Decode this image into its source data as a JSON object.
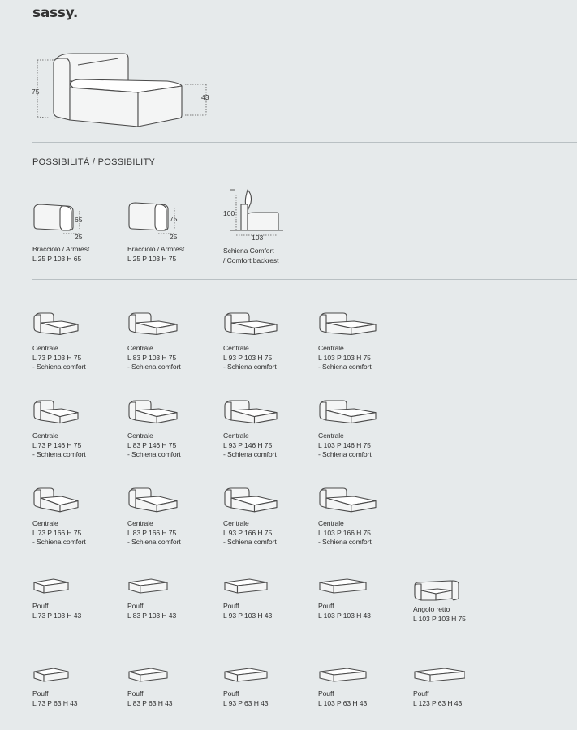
{
  "brand": "sassy.",
  "hero": {
    "dim_height": "75",
    "dim_seat": "43"
  },
  "section_title": "POSSIBILITÀ / POSSIBILITY",
  "possibilities": [
    {
      "name": "Bracciolo / Armrest",
      "dims": "L 25 P 103 H 65",
      "d1": "65",
      "d2": "25"
    },
    {
      "name": "Bracciolo / Armrest",
      "dims": "L 25 P 103 H 75",
      "d1": "75",
      "d2": "25"
    },
    {
      "name": "Schiena Comfort",
      "dims": "/ Comfort backrest",
      "d1": "100",
      "d2": "103"
    }
  ],
  "rows": [
    [
      {
        "name": "Centrale",
        "dims": "L 73 P 103 H 75",
        "note": "- Schiena comfort"
      },
      {
        "name": "Centrale",
        "dims": "L 83 P 103 H 75",
        "note": "- Schiena comfort"
      },
      {
        "name": "Centrale",
        "dims": "L 93 P 103 H 75",
        "note": "- Schiena comfort"
      },
      {
        "name": "Centrale",
        "dims": "L 103 P 103 H 75",
        "note": "- Schiena comfort"
      }
    ],
    [
      {
        "name": "Centrale",
        "dims": "L 73 P 146 H 75",
        "note": "- Schiena comfort"
      },
      {
        "name": "Centrale",
        "dims": "L 83 P 146 H 75",
        "note": "- Schiena comfort"
      },
      {
        "name": "Centrale",
        "dims": "L 93 P 146 H 75",
        "note": "- Schiena comfort"
      },
      {
        "name": "Centrale",
        "dims": "L 103 P 146 H 75",
        "note": "- Schiena comfort"
      }
    ],
    [
      {
        "name": "Centrale",
        "dims": "L 73 P 166 H 75",
        "note": "- Schiena comfort"
      },
      {
        "name": "Centrale",
        "dims": "L 83 P 166 H 75",
        "note": "- Schiena comfort"
      },
      {
        "name": "Centrale",
        "dims": "L 93 P 166 H 75",
        "note": "- Schiena comfort"
      },
      {
        "name": "Centrale",
        "dims": "L 103 P 166 H 75",
        "note": "- Schiena comfort"
      }
    ],
    [
      {
        "name": "Pouff",
        "dims": "L 73 P 103 H 43",
        "note": ""
      },
      {
        "name": "Pouff",
        "dims": "L 83 P 103 H  43",
        "note": ""
      },
      {
        "name": "Pouff",
        "dims": "L 93 P 103 H 43",
        "note": ""
      },
      {
        "name": "Pouff",
        "dims": "L 103 P 103 H 43",
        "note": ""
      },
      {
        "name": "Angolo retto",
        "dims": "L 103 P 103 H 75",
        "note": ""
      }
    ],
    [
      {
        "name": "Pouff",
        "dims": "L 73 P 63 H 43",
        "note": ""
      },
      {
        "name": "Pouff",
        "dims": "L 83 P 63 H 43",
        "note": ""
      },
      {
        "name": "Pouff",
        "dims": "L 93 P 63 H 43",
        "note": ""
      },
      {
        "name": "Pouff",
        "dims": "L 103 P 63 H 43",
        "note": ""
      },
      {
        "name": "Pouff",
        "dims": "L 123 P 63 H 43",
        "note": ""
      }
    ]
  ]
}
